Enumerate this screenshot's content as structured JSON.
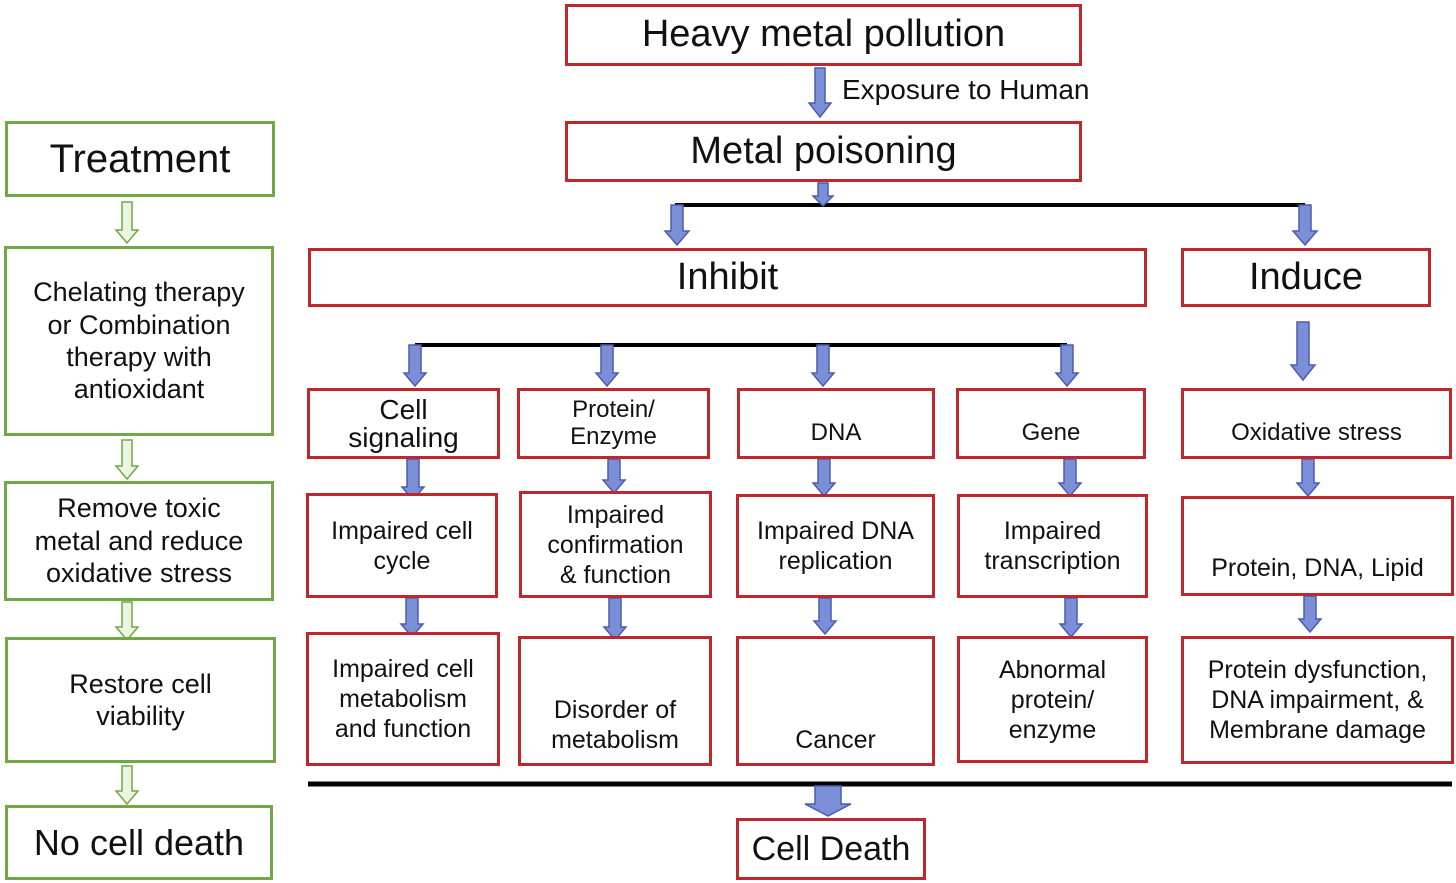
{
  "colors": {
    "box_border_red": "#c0272d",
    "box_border_green": "#6fa844",
    "arrow_fill": "#7b8fd6",
    "arrow_stroke": "#4c5bb0",
    "green_arrow_fill": "#ecf5e2",
    "green_arrow_stroke": "#6fa844",
    "line": "#000000"
  },
  "main": {
    "pollution": "Heavy metal pollution",
    "exposure_label": "Exposure to Human",
    "poisoning": "Metal poisoning",
    "inhibit": "Inhibit",
    "induce": "Induce",
    "targets": [
      "Cell\nsignaling",
      "Protein/\nEnzyme",
      "DNA",
      "Gene",
      "Oxidative stress"
    ],
    "effects": [
      "Impaired cell\ncycle",
      "Impaired\nconfirmation\n& function",
      "Impaired DNA\nreplication",
      "Impaired\ntranscription",
      "Protein, DNA, Lipid"
    ],
    "outcomes": [
      "Impaired cell\nmetabolism\nand function",
      "Disorder of\nmetabolism",
      "Cancer",
      "Abnormal\nprotein/\nenzyme",
      "Protein dysfunction,\nDNA impairment, &\nMembrane damage"
    ],
    "cell_death": "Cell Death"
  },
  "treatment": {
    "title": "Treatment",
    "steps": [
      "Chelating therapy\nor Combination\ntherapy with\nantioxidant",
      "Remove toxic\nmetal and reduce\noxidative stress",
      "Restore cell\nviability",
      "No cell death"
    ]
  }
}
